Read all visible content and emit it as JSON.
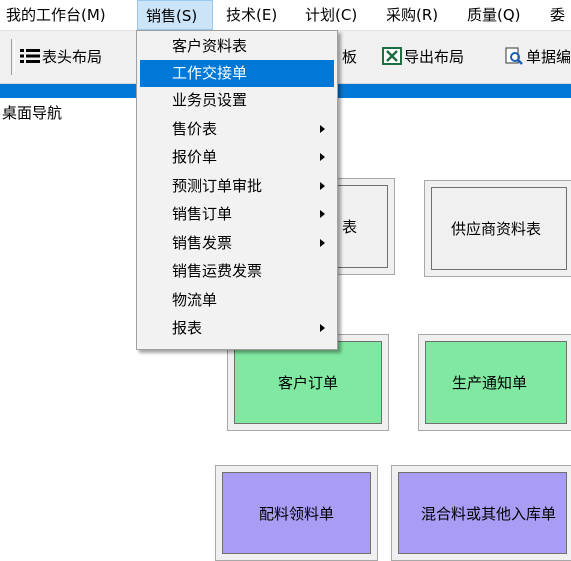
{
  "menubar": {
    "items": [
      {
        "label": "我的工作台(M)"
      },
      {
        "label": "销售(S)"
      },
      {
        "label": "技术(E)"
      },
      {
        "label": "计划(C)"
      },
      {
        "label": "采购(R)"
      },
      {
        "label": "质量(Q)"
      },
      {
        "label": "委"
      }
    ]
  },
  "toolbar": {
    "header_layout_label": "表头布局",
    "board_label": "板",
    "export_layout_label": "导出布局",
    "document_label": "单据编"
  },
  "desktop": {
    "title": "桌面导航",
    "tiles": [
      {
        "label": "表"
      },
      {
        "label": "供应商资料表"
      },
      {
        "label": "客户订单"
      },
      {
        "label": "生产通知单"
      },
      {
        "label": "配料领料单"
      },
      {
        "label": "混合料或其他入库单"
      }
    ]
  },
  "sales_menu": {
    "items": [
      {
        "label": "客户资料表",
        "submenu": false
      },
      {
        "label": "工作交接单",
        "submenu": false,
        "highlighted": true
      },
      {
        "label": "业务员设置",
        "submenu": false
      },
      {
        "label": "售价表",
        "submenu": true
      },
      {
        "label": "报价单",
        "submenu": true
      },
      {
        "label": "预测订单审批",
        "submenu": true
      },
      {
        "label": "销售订单",
        "submenu": true
      },
      {
        "label": "销售发票",
        "submenu": true
      },
      {
        "label": "销售运费发票",
        "submenu": false
      },
      {
        "label": "物流单",
        "submenu": false
      },
      {
        "label": "报表",
        "submenu": true
      }
    ]
  },
  "colors": {
    "accent": "#0078d7",
    "tile_gray": "#f0f0f0",
    "tile_green": "#80e8a0",
    "tile_purple": "#a89cf4"
  }
}
